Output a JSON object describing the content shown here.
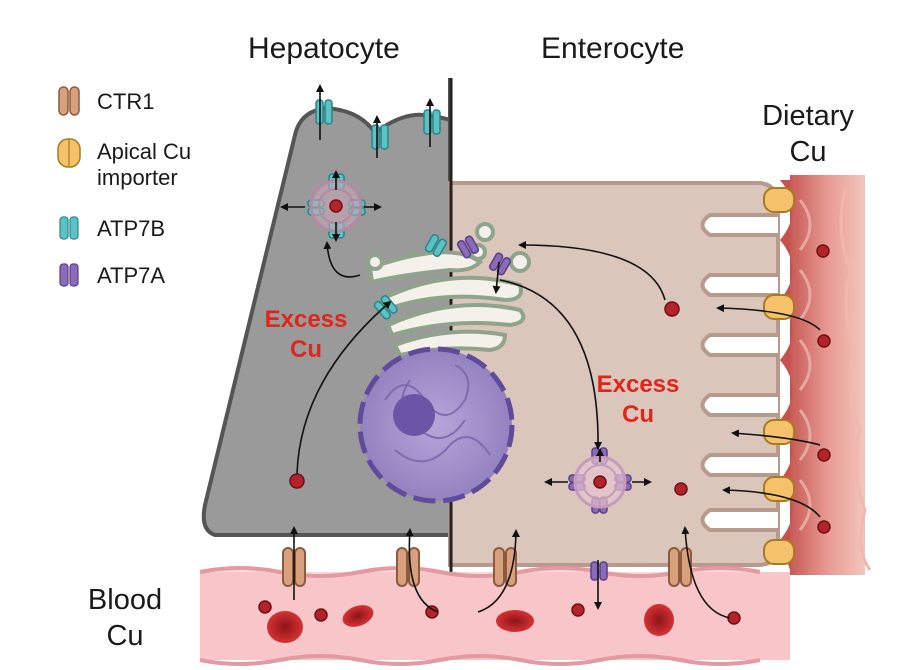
{
  "titles": {
    "hepatocyte": "Hepatocyte",
    "enterocyte": "Enterocyte"
  },
  "legend": [
    {
      "icon": "ctr1-icon",
      "label": "CTR1",
      "color": "#d9a07e"
    },
    {
      "icon": "apical-cu-importer-icon",
      "label": "Apical Cu importer",
      "color": "#f5c26b"
    },
    {
      "icon": "atp7b-icon",
      "label": "ATP7B",
      "color": "#5cc1c4"
    },
    {
      "icon": "atp7a-icon",
      "label": "ATP7A",
      "color": "#8a6bb8"
    }
  ],
  "labels": {
    "dietary_line1": "Dietary",
    "dietary_line2": "Cu",
    "blood_line1": "Blood",
    "blood_line2": "Cu",
    "excess_hepatocyte_line1": "Excess",
    "excess_hepatocyte_line2": "Cu",
    "excess_enterocyte_line1": "Excess",
    "excess_enterocyte_line2": "Cu"
  },
  "colors": {
    "hepatocyte_fill": "#9c9c9c",
    "enterocyte_fill": "#dcc7bd",
    "nucleus": "#9a86c4",
    "copper": "#b4232a",
    "blood_vessel": "#f6c7c9",
    "intestine": "#d9766f",
    "excess_text": "#e0261c"
  }
}
